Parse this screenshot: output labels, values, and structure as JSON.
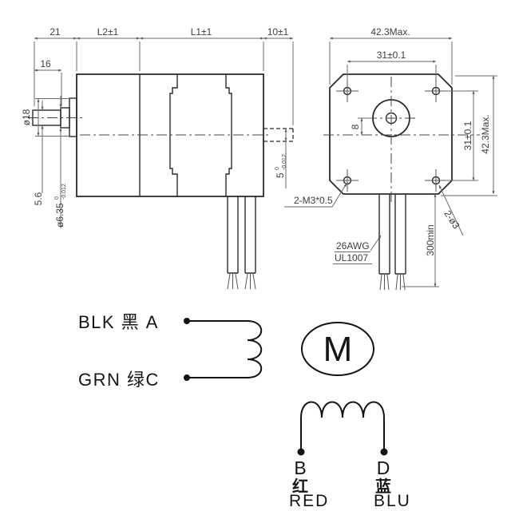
{
  "drawing": {
    "side": {
      "d21": "21",
      "dL2": "L2±1",
      "dL1": "L1±1",
      "d10": "10±1",
      "d16": "16",
      "d18": "ø18",
      "d56": "5.6",
      "d635": "ø6.35",
      "d635_hi": "0",
      "d635_lo": "-0.012",
      "d5": "5",
      "d5_hi": "0",
      "d5_lo": "-0.012"
    },
    "front": {
      "w_max": "42.3Max.",
      "holes_h": "31±0.1",
      "offset8": "8",
      "holes_v": "31±0.1",
      "h_max": "42.3Max.",
      "tap": "2-M3*0.5",
      "thru": "2-ø3",
      "awg": "26AWG",
      "ul": "UL1007",
      "lead": "300min"
    },
    "wiring": {
      "a": "BLK 黑 A",
      "c": "GRN 绿C",
      "m": "M",
      "b": "B",
      "d": "D",
      "b_cn": "红",
      "b_en": "RED",
      "d_cn": "蓝",
      "d_en": "BLU"
    },
    "colors": {
      "outline": "#2b2b2b",
      "dimension": "#6a6a6a",
      "text": "#3d3d3d",
      "background": "#ffffff"
    }
  }
}
